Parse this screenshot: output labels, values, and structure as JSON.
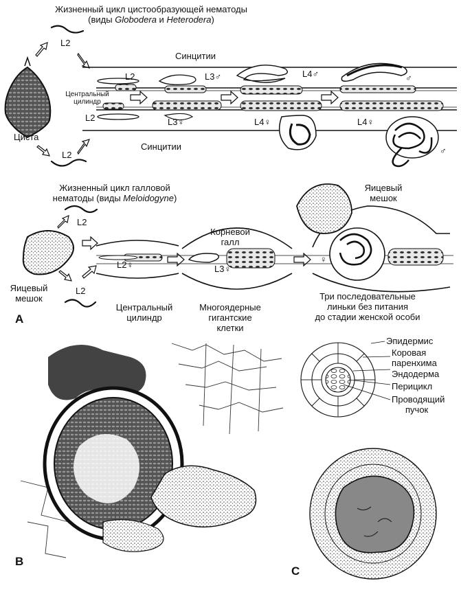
{
  "panelA": {
    "letter": "A",
    "cyst_title_l1": "Жизненный цикл цистообразующей нематоды",
    "cyst_title_l2_pre": "(виды ",
    "cyst_title_genus1": "Globodera",
    "cyst_title_and": " и ",
    "cyst_title_genus2": "Heterodera",
    "cyst_title_l2_post": ")",
    "syncytia_top": "Синцитии",
    "syncytia_bottom": "Синцитии",
    "central_cylinder_small_l1": "Центральный",
    "central_cylinder_small_l2": "цилиндр",
    "cyst_label": "Циста",
    "stage_labels": [
      "L2",
      "L2",
      "L2",
      "L2",
      "L3♂",
      "L3♀",
      "L4♂",
      "L4♀",
      "♂",
      "L4♀",
      "♂"
    ],
    "gall_title_l1": "Жизненный цикл галловой",
    "gall_title_l2_pre": "нематоды (виды ",
    "gall_title_genus": "Meloidogyne",
    "gall_title_l2_post": ")",
    "root_gall_l1": "Корневой",
    "root_gall_l2": "галл",
    "egg_sac_top_l1": "Яицевый",
    "egg_sac_top_l2": "мешок",
    "egg_sac_left_l1": "Яицевый",
    "egg_sac_left_l2": "мешок",
    "central_cylinder_l1": "Центральный",
    "central_cylinder_l2": "цилиндр",
    "giant_cells_l1": "Многоядерные",
    "giant_cells_l2": "гигантские",
    "giant_cells_l3": "клетки",
    "moults_l1": "Три последовательные",
    "moults_l2": "линьки без питания",
    "moults_l3": "до стадии женской особи",
    "gall_stage_labels": [
      "L2",
      "L2",
      "L2♀",
      "L3♀",
      "♀"
    ]
  },
  "panelB": {
    "letter": "B"
  },
  "panelC": {
    "letter": "C",
    "epidermis": "Эпидермис",
    "cortex_l1": "Коровая",
    "cortex_l2": "паренхима",
    "endodermis": "Эндодерма",
    "pericycle": "Перицикл",
    "vascular_l1": "Проводящий",
    "vascular_l2": "пучок"
  }
}
